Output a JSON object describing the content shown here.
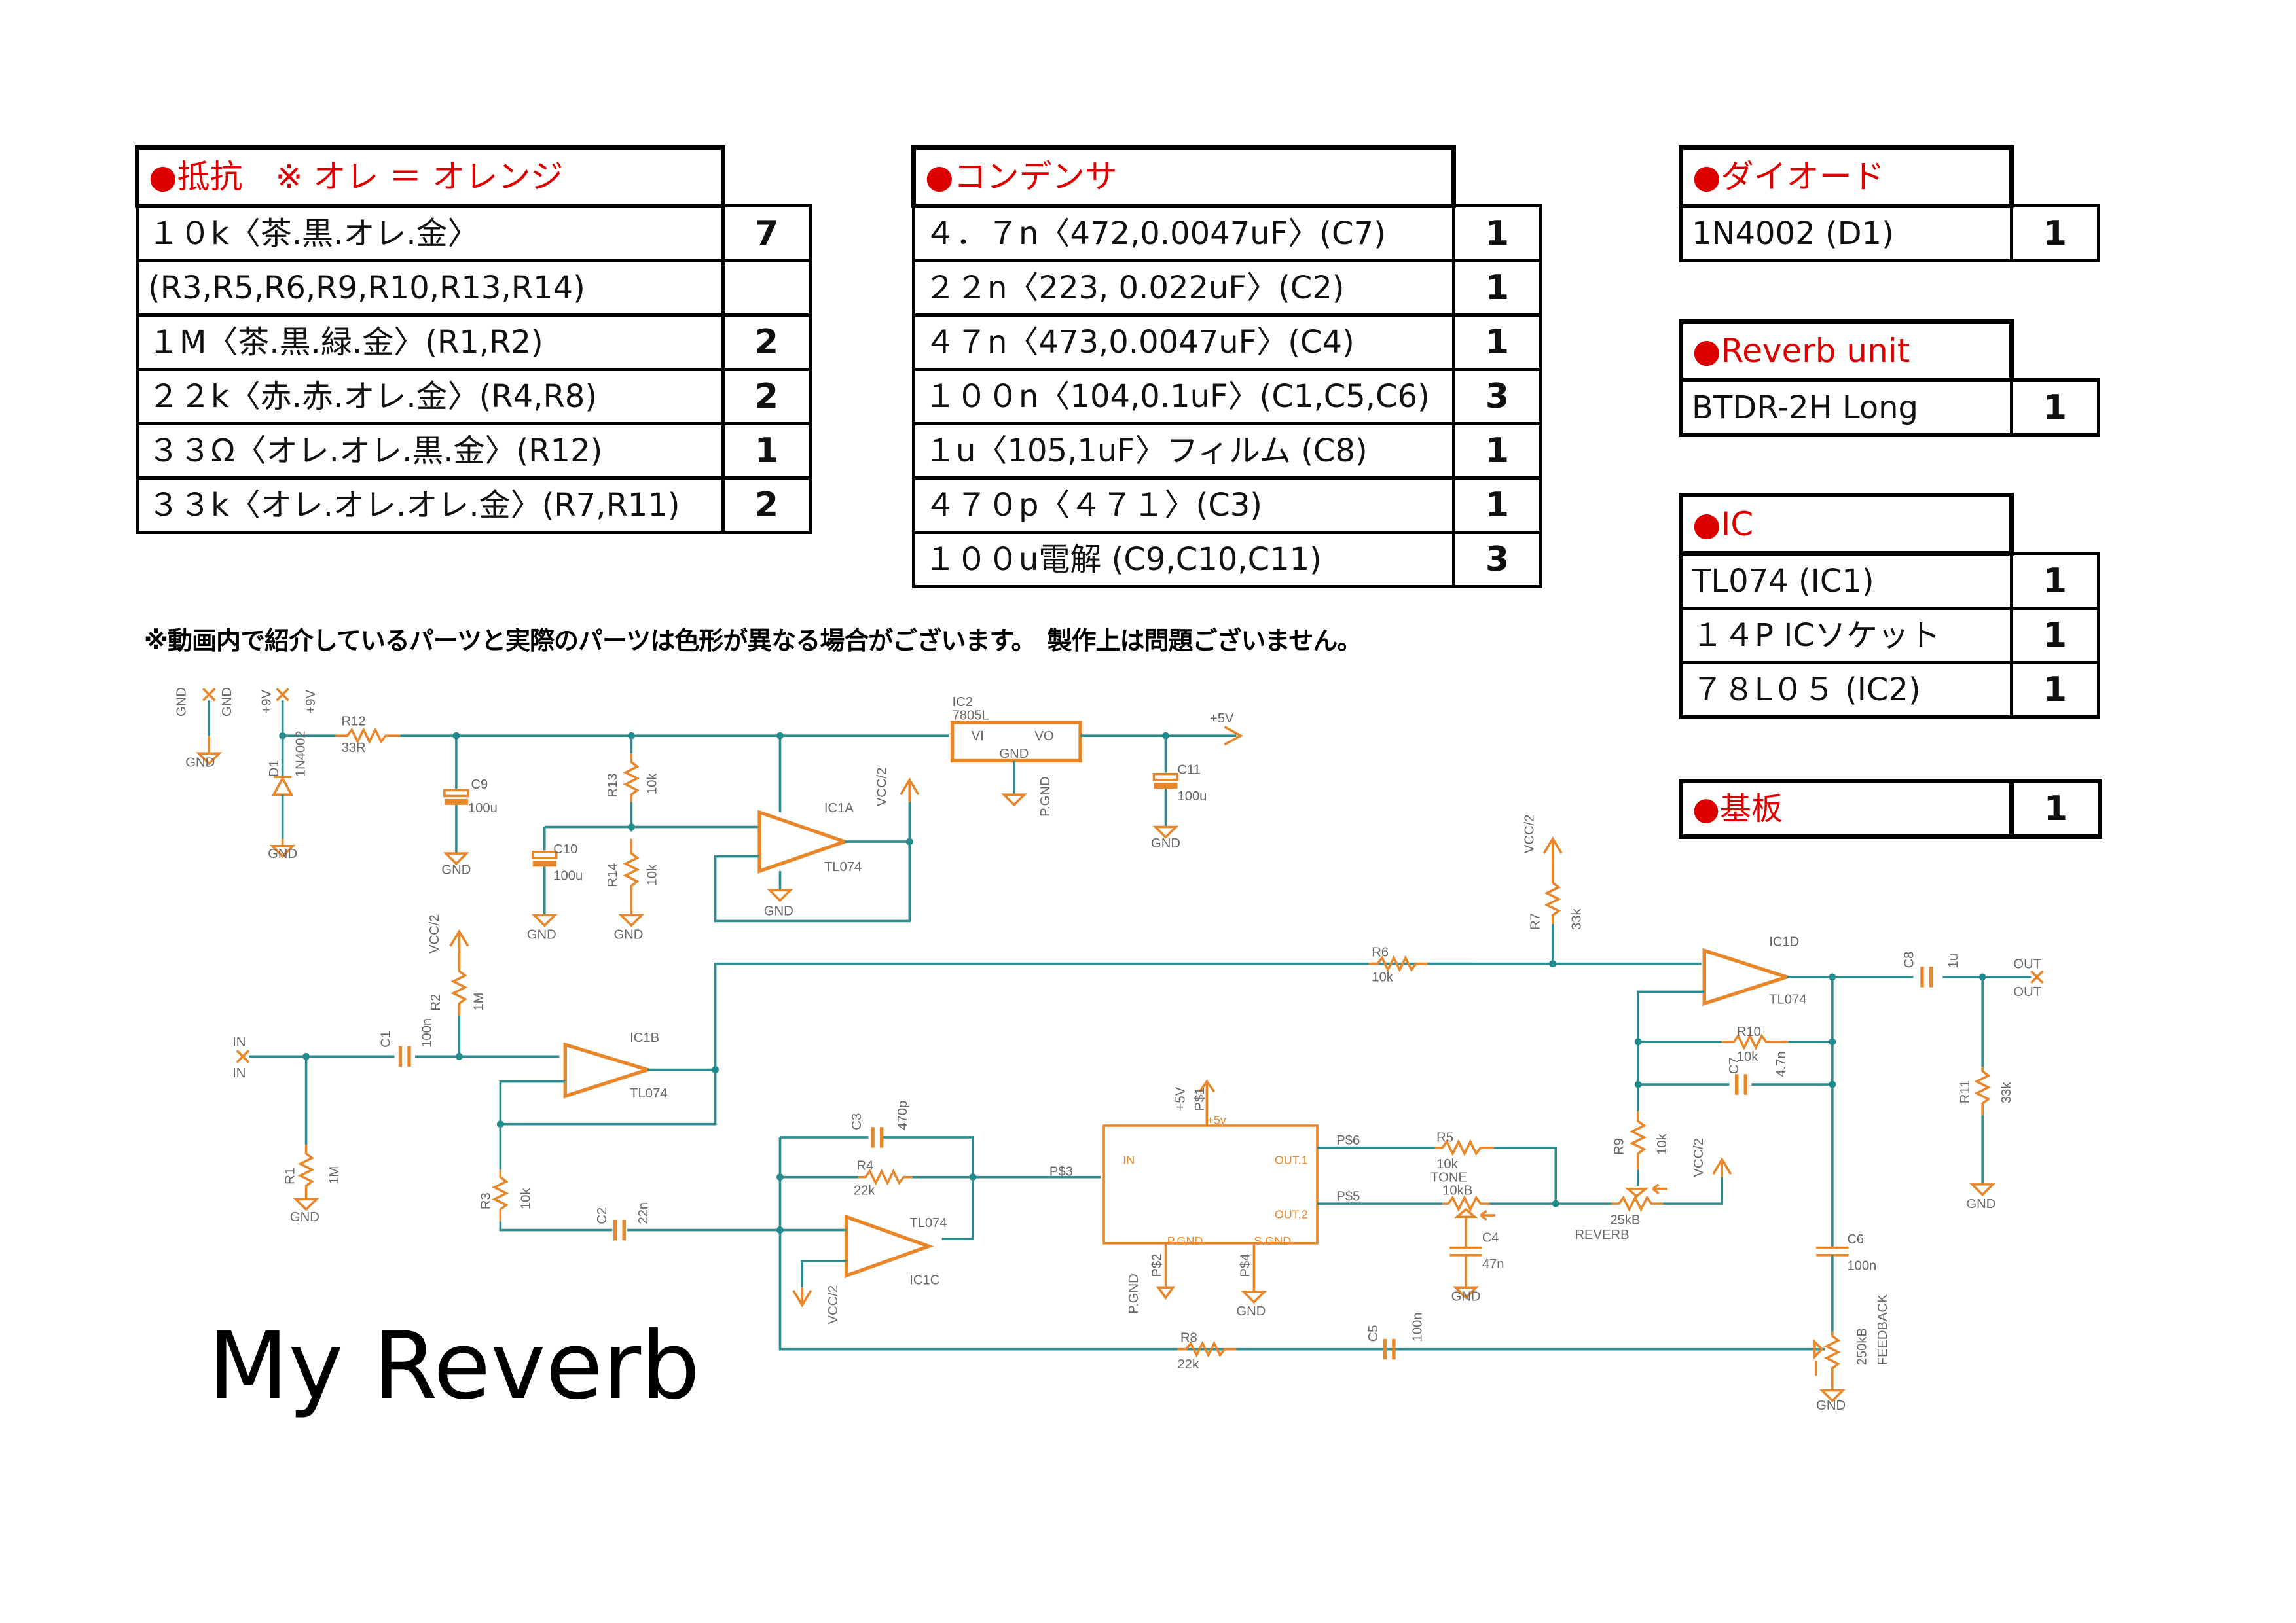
{
  "resistors": {
    "header": "●抵抗　※ オレ ＝ オレンジ",
    "rows": [
      {
        "desc": "１０k〈茶.黒.オレ.金〉",
        "qty": "7"
      },
      {
        "desc": "(R3,R5,R6,R9,R10,R13,R14)",
        "qty": ""
      },
      {
        "desc": "１M〈茶.黒.緑.金〉(R1,R2)",
        "qty": "2"
      },
      {
        "desc": "２２k〈赤.赤.オレ.金〉(R4,R8)",
        "qty": "2"
      },
      {
        "desc": "３３Ω〈オレ.オレ.黒.金〉(R12)",
        "qty": "1"
      },
      {
        "desc": "３３k〈オレ.オレ.オレ.金〉(R7,R11)",
        "qty": "2"
      }
    ]
  },
  "capacitors": {
    "header": "●コンデンサ",
    "rows": [
      {
        "desc": "４．７n〈472,0.0047uF〉(C7)",
        "qty": "1"
      },
      {
        "desc": "２２n〈223, 0.022uF〉(C2)",
        "qty": "1"
      },
      {
        "desc": "４７n〈473,0.0047uF〉(C4)",
        "qty": "1"
      },
      {
        "desc": "１００n〈104,0.1uF〉(C1,C5,C6)",
        "qty": "3"
      },
      {
        "desc": "１u〈105,1uF〉フィルム (C8)",
        "qty": "1"
      },
      {
        "desc": "４７０p〈４７１〉(C3)",
        "qty": "1"
      },
      {
        "desc": "１００u電解 (C9,C10,C11)",
        "qty": "3"
      }
    ]
  },
  "diode": {
    "header": "●ダイオード",
    "rows": [
      {
        "desc": "1N4002 (D1)",
        "qty": "1"
      }
    ]
  },
  "reverb_unit": {
    "header": "●Reverb unit",
    "rows": [
      {
        "desc": "BTDR-2H Long",
        "qty": "1"
      }
    ]
  },
  "ic": {
    "header": "●IC",
    "rows": [
      {
        "desc": "TL074 (IC1)",
        "qty": "1"
      },
      {
        "desc": "１４P ICソケット",
        "qty": "1"
      },
      {
        "desc": "７８L０５ (IC2)",
        "qty": "1"
      }
    ]
  },
  "board": {
    "header": "●基板",
    "qty": "1"
  },
  "notice": "※動画内で紹介しているパーツと実際のパーツは色形が異なる場合がございます。　製作上は問題ございません。",
  "title": "My Reverb",
  "colors": {
    "wire": "#2e8b8f",
    "part": "#e8862a",
    "label": "#666666",
    "header_red": "#dd0000"
  },
  "schematic": {
    "labels": {
      "gnd": "GND",
      "p9v": "+9V",
      "p5v": "+5V",
      "vcc2": "VCC/2",
      "pgnd": "P.GND",
      "in": "IN",
      "out": "OUT",
      "r12": "R12",
      "r12v": "33R",
      "d1": "D1",
      "d1v": "1N4002",
      "c9": "C9",
      "c9v": "100u",
      "c10": "C10",
      "c10v": "100u",
      "c11": "C11",
      "c11v": "100u",
      "r13": "R13",
      "r13v": "10k",
      "r14": "R14",
      "r14v": "10k",
      "ic1a": "IC1A",
      "tl074": "TL074",
      "ic2": "IC2",
      "ic2v": "7805L",
      "vi": "VI",
      "vo": "VO",
      "r2": "R2",
      "r2v": "1M",
      "r1": "R1",
      "r1v": "1M",
      "c1": "C1",
      "c1v": "100n",
      "ic1b": "IC1B",
      "r3": "R3",
      "r3v": "10k",
      "c2": "C2",
      "c2v": "22n",
      "c3": "C3",
      "c3v": "470p",
      "r4": "R4",
      "r4v": "22k",
      "ic1c": "IC1C",
      "ps3": "P$3",
      "ps6": "P$6",
      "ps5": "P$5",
      "ps2": "P$2",
      "ps4": "P$4",
      "ps1": "P$1",
      "unit_in": "IN",
      "unit_out1": "OUT.1",
      "unit_out2": "OUT.2",
      "unit_pgnd": "P.GND",
      "unit_sgnd": "S.GND",
      "unit_5v": "+5v",
      "r5": "R5",
      "r5v": "10k",
      "tone": "TONE",
      "tonev": "10kB",
      "c4": "C4",
      "c4v": "47n",
      "r9": "R9",
      "r9v": "10k",
      "rev": "REVERB",
      "revv": "25kB",
      "r6": "R6",
      "r6v": "10k",
      "r7": "R7",
      "r7v": "33k",
      "ic1d": "IC1D",
      "c8": "C8",
      "c8v": "1u",
      "r10": "R10",
      "r10v": "10k",
      "c7": "C7",
      "c7v": "4.7n",
      "r11": "R11",
      "r11v": "33k",
      "c6": "C6",
      "c6v": "100n",
      "r8": "R8",
      "r8v": "22k",
      "c5": "C5",
      "c5v": "100n",
      "fb": "FEEDBACK",
      "fbv": "250kB"
    }
  }
}
